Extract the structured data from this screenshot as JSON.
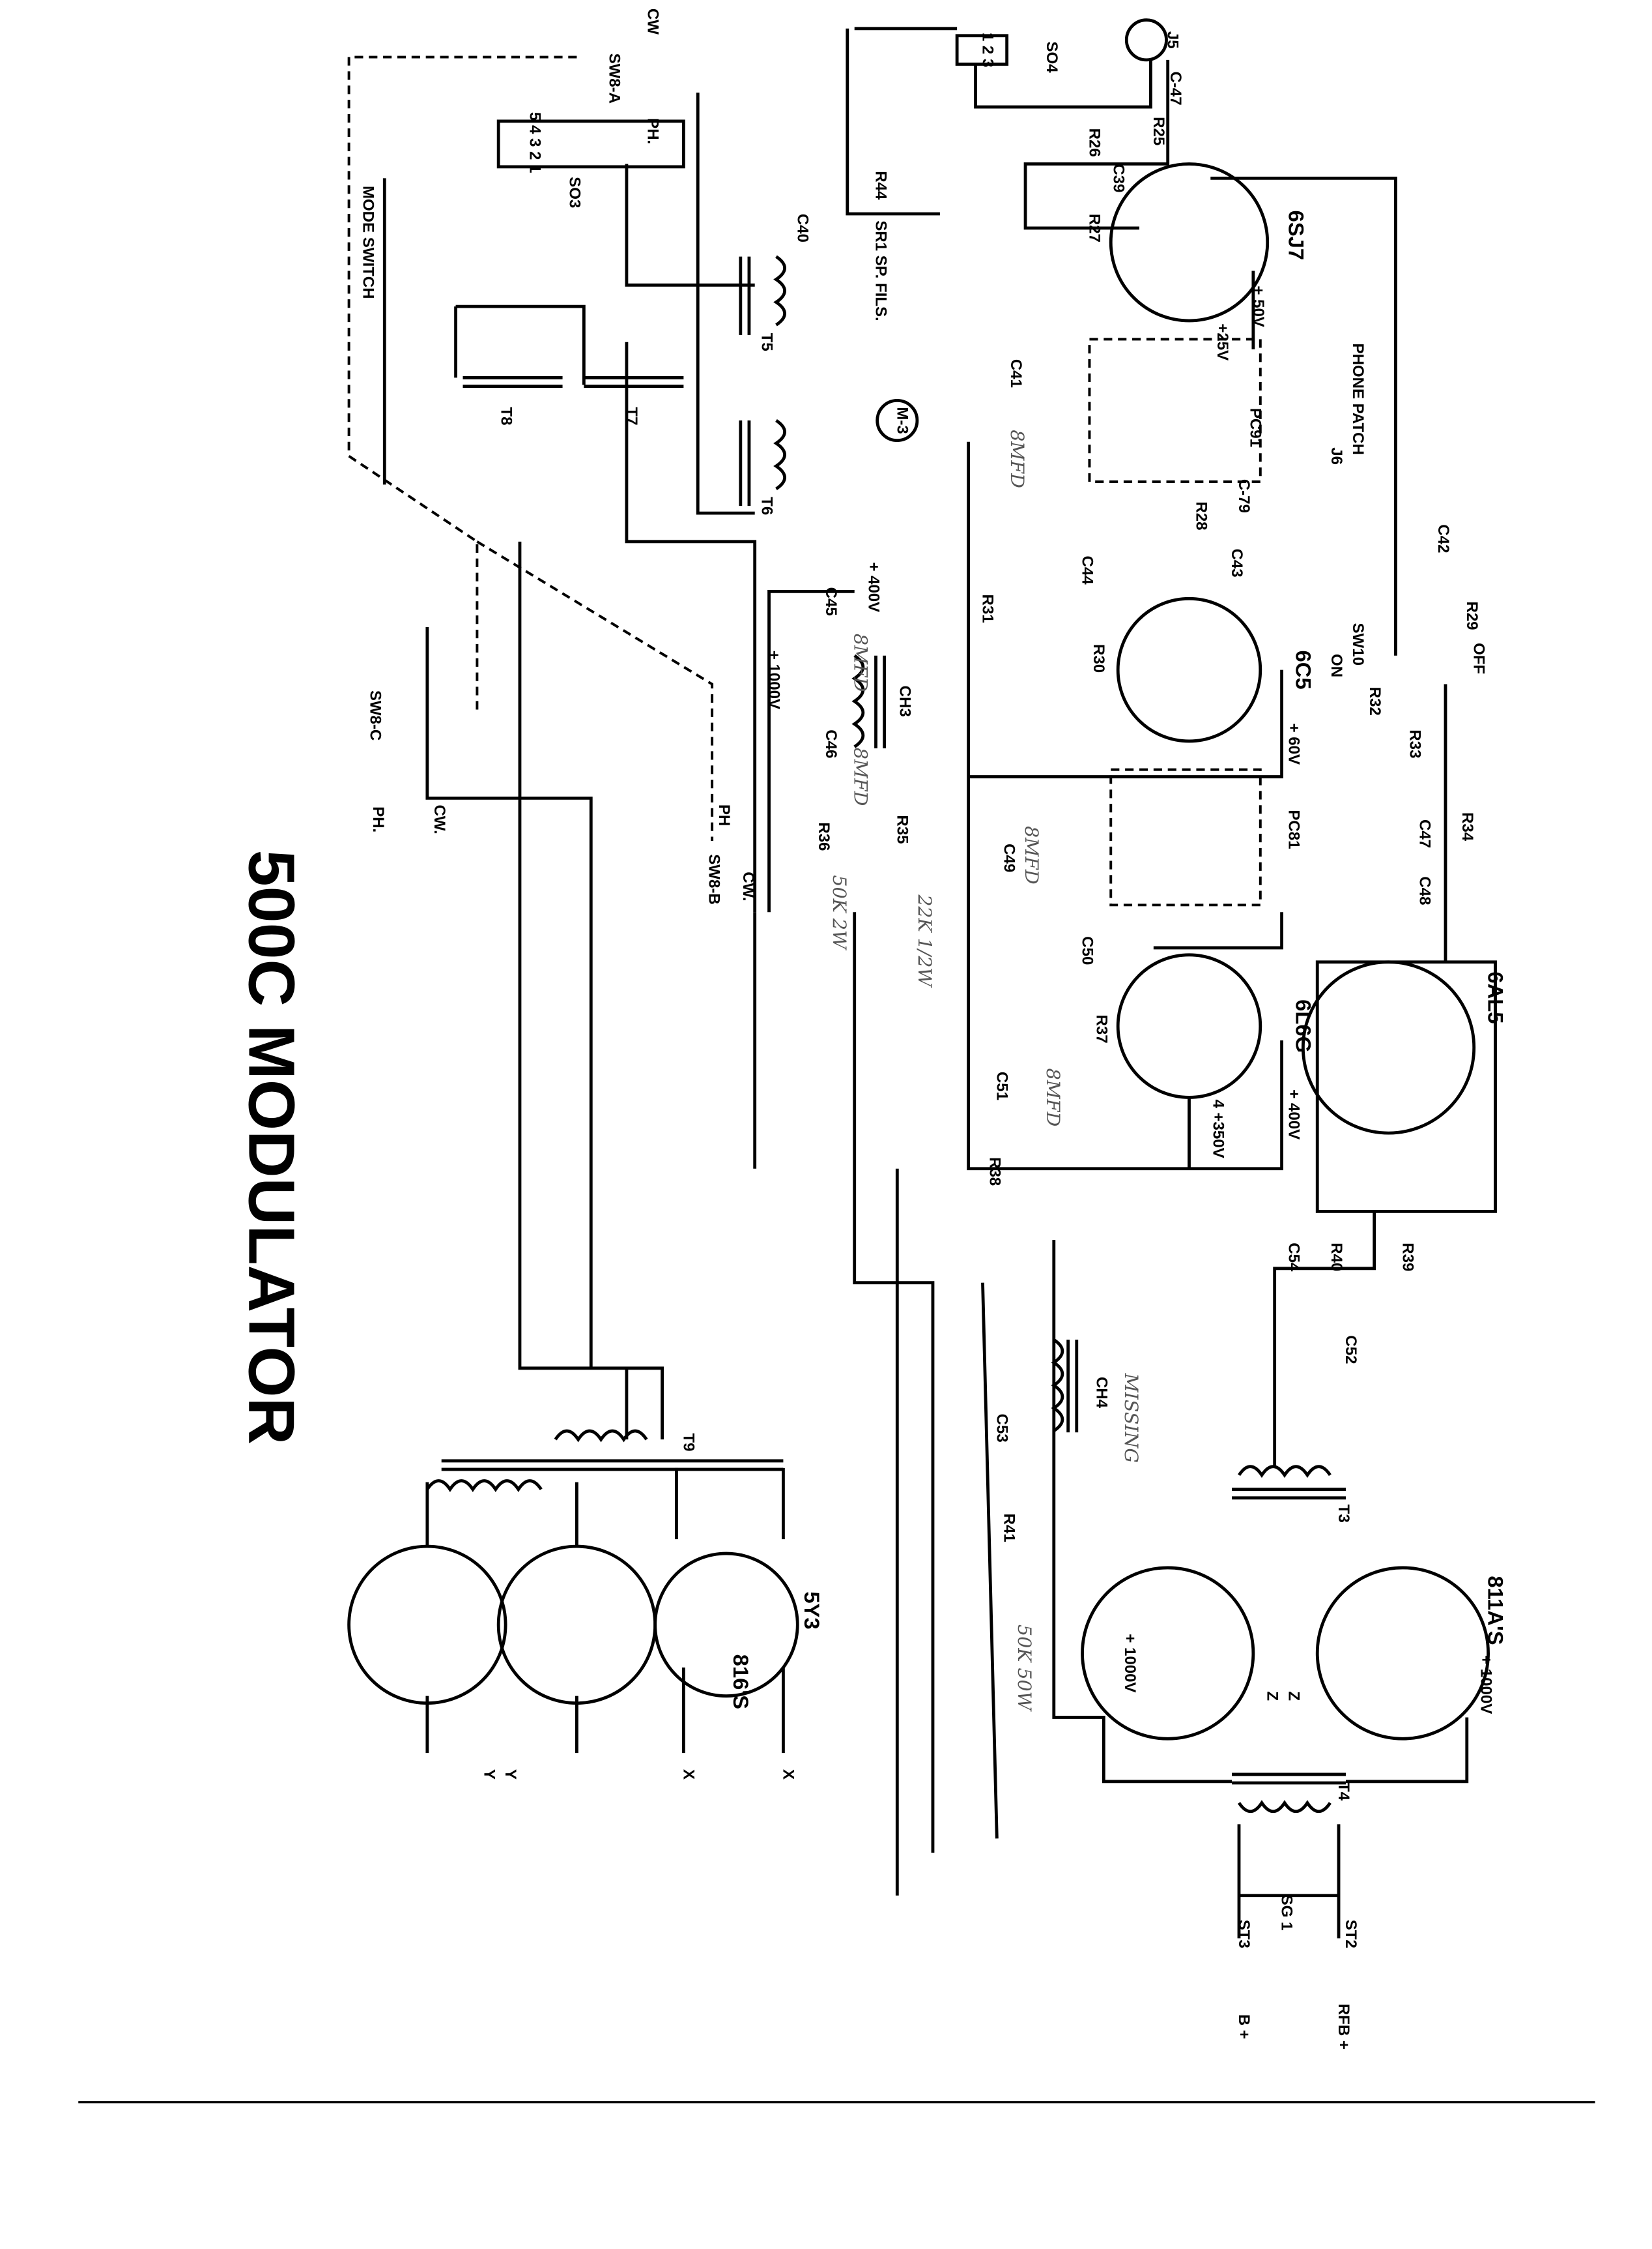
{
  "title": "500C MODULATOR",
  "tubes": {
    "t6sj7": "6SJ7",
    "t6c5": "6C5",
    "t6l6g": "6L6G",
    "t6al5": "6AL5",
    "t811": "811A'S",
    "t5y3": "5Y3",
    "t816": "816'S"
  },
  "labels": {
    "cw1": "CW",
    "sw8a": "SW8-A",
    "ph1": "PH.",
    "so3": "SO3",
    "so3pins": "5  4  3  2  1",
    "mode": "MODE SWITCH",
    "so4": "SO4",
    "so4pins": "1 2 3",
    "j5": "J5",
    "c47a": "C-47",
    "r25": "R25",
    "r26": "R26",
    "c39": "C39",
    "r27": "R27",
    "r44": "R44",
    "sr1": "SR1 SP. FILS.",
    "c40": "C40",
    "v50": "+ 50V",
    "v25": "+25V",
    "t5": "T5",
    "t6": "T6",
    "t7": "T7",
    "t8": "T8",
    "m3": "M-3",
    "pc91": "PC91",
    "phone": "PHONE PATCH",
    "j6": "J6",
    "c79": "C-79",
    "r28": "R28",
    "c43": "C43",
    "c41": "C41",
    "c42": "C42",
    "r29": "R29",
    "sw10": "SW10",
    "off": "OFF",
    "on": "ON",
    "r32": "R32",
    "r33": "R33",
    "c47": "C47",
    "r34": "R34",
    "c48": "C48",
    "c44": "C44",
    "r30": "R30",
    "v60": "+ 60V",
    "r31": "R31",
    "v400a": "+ 400V",
    "c45": "C45",
    "ch3": "CH3",
    "c46": "C46",
    "v1000a": "+ 1000V",
    "sw8c": "SW8-C",
    "cw2": "CW.",
    "ph2": "PH.",
    "pc81": "PC81",
    "c49": "C49",
    "r35": "R35",
    "r36": "R36",
    "ph3": "PH",
    "cw3": "CW.",
    "sw8b": "SW8-B",
    "v400b": "+ 400V",
    "c50": "C50",
    "r37": "R37",
    "c51": "C51",
    "r38": "R38",
    "v350": "4 +350V",
    "r39": "R39",
    "r40": "R40",
    "c54": "C54",
    "c52": "C52",
    "ch4": "CH4",
    "c53": "C53",
    "r41": "R41",
    "t9": "T9",
    "t3": "T3",
    "t4": "T4",
    "v1000b": "+ 1000V",
    "v1000c": "+ 1000V",
    "sg1": "SG 1",
    "st3": "ST3",
    "st2": "ST2",
    "bplus": "B +",
    "rfb": "RFB +",
    "x1": "X",
    "x2": "X",
    "y1": "Y",
    "y2": "Y",
    "z1": "Z",
    "z2": "Z"
  },
  "handwritten": {
    "n1": "8MFD",
    "n2": "8MFD",
    "n3": "8MFD",
    "n4": "8MFD",
    "n5": "8MFD",
    "n6": "50K 2W",
    "n7": "22K 1/2W",
    "n8": "MISSING",
    "n9": "50K 50W"
  }
}
